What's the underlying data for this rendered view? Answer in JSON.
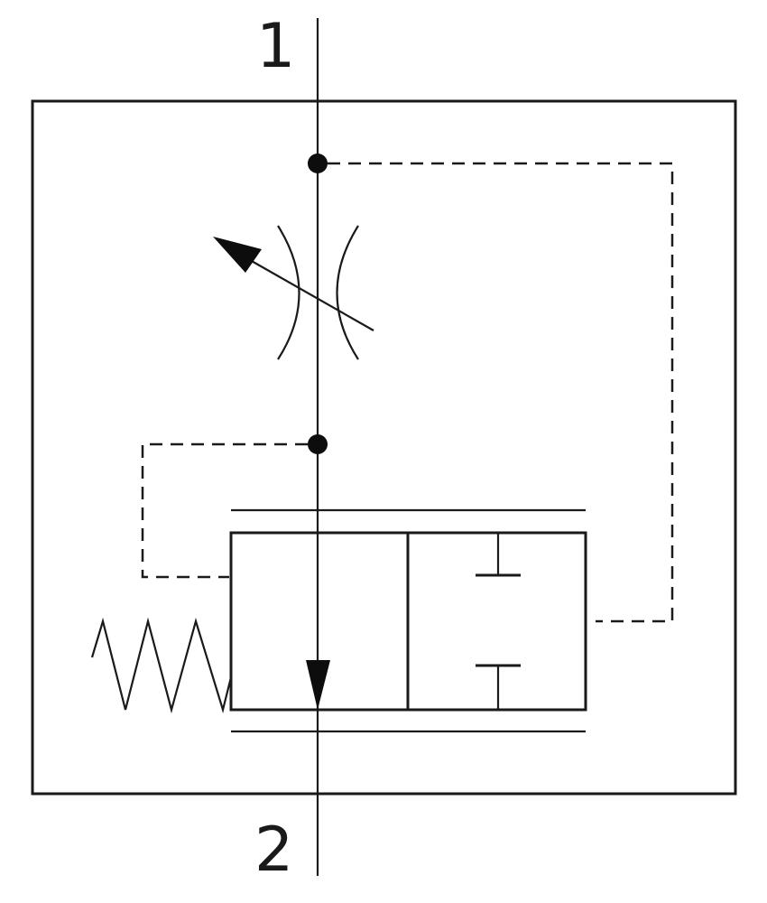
{
  "diagram": {
    "type": "hydraulic-flow-control-valve-symbol",
    "ports": {
      "top_label": "1",
      "bottom_label": "2"
    },
    "colors": {
      "stroke": "#1a1a1a",
      "background": "#ffffff"
    },
    "components": [
      "housing-frame",
      "adjustable-orifice",
      "pressure-compensator-valve",
      "spring",
      "pilot-lines"
    ]
  }
}
